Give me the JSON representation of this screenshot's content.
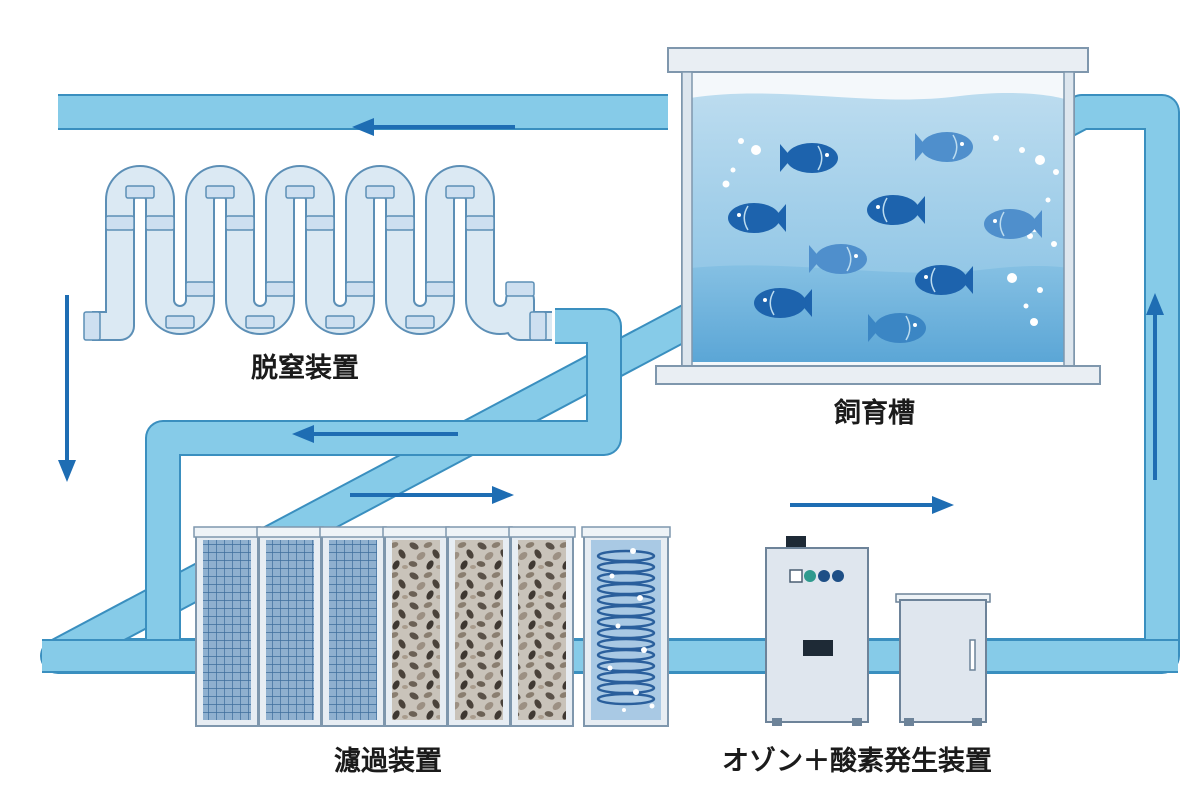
{
  "diagram": {
    "labels": {
      "denitrification": "脱窒装置",
      "breeding_tank": "飼育槽",
      "filtration": "濾過装置",
      "ozone_oxygen": "オゾン＋酸素発生装置"
    },
    "flow_direction": "clockwise",
    "colors": {
      "pipe": "#7ec8e6",
      "pipe_edge": "#3a8fbf",
      "arrow": "#1e6db3",
      "fish_dark": "#1d63ad",
      "fish_light": "#4f8fcc",
      "water_top": "#bcdcef",
      "water_bottom": "#6ab1db",
      "machine": "#dfe6ee"
    }
  }
}
